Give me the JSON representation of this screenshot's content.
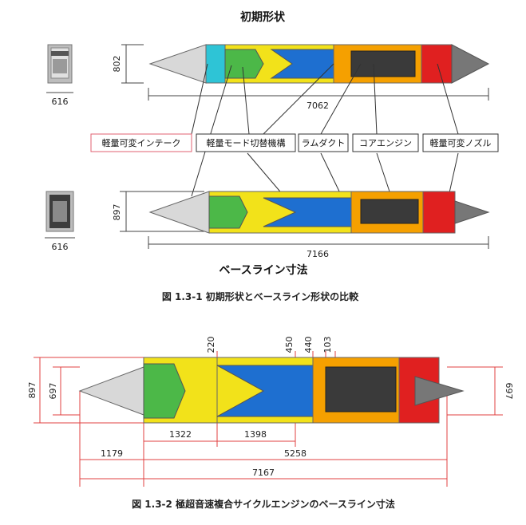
{
  "top": {
    "title": "初期形状",
    "subtitle": "ベースライン寸法",
    "caption": "図 1.3-1  初期形状とベースライン形状の比較",
    "labels": [
      "軽量可変インテーク",
      "軽量モード切替機構",
      "ラムダクト",
      "コアエンジン",
      "軽量可変ノズル"
    ],
    "dims": {
      "initial_width": "616",
      "initial_height": "802",
      "initial_length": "7062",
      "baseline_width": "616",
      "baseline_height": "897",
      "baseline_length": "7166"
    }
  },
  "bottom": {
    "caption": "図 1.3-2  極超音速複合サイクルエンジンのベースライン寸法",
    "dims": {
      "d220": "220",
      "d450": "450",
      "d440": "440",
      "d103": "103",
      "h897": "897",
      "h697_left": "697",
      "h697_right": "697",
      "l1322": "1322",
      "l1398": "1398",
      "l1179": "1179",
      "l5258": "5258",
      "l7167": "7167"
    }
  },
  "colors": {
    "cyan": "#2ec4d6",
    "green": "#4cb848",
    "yellow": "#f2e21a",
    "blue": "#1e6fd0",
    "orange": "#f5a000",
    "red": "#e02020",
    "label_border": "#e06070",
    "dim_line": "#e04040"
  }
}
